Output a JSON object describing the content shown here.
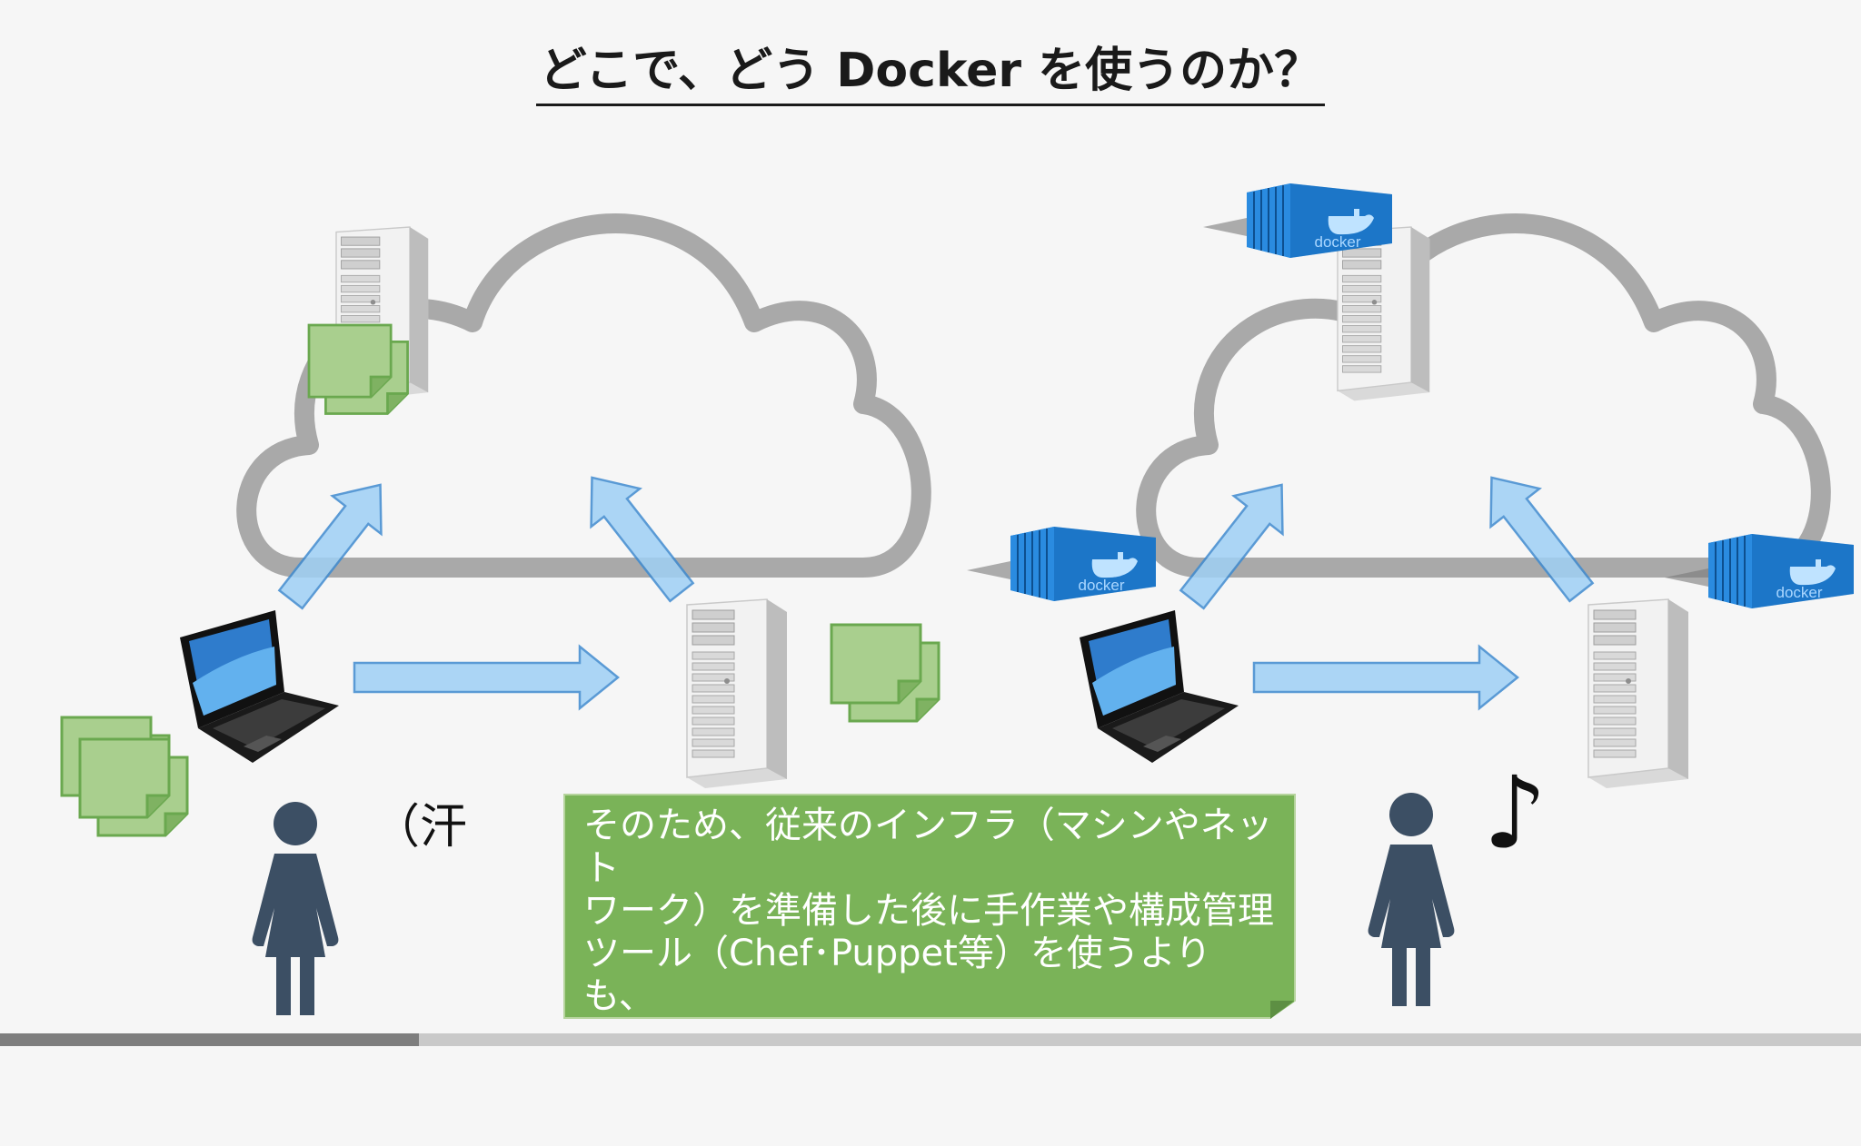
{
  "slide": {
    "title": "どこで、どう Docker を使うのか？",
    "callout_text": "そのため、従来のインフラ（マシンやネット\nワーク）を準備した後に手作業や構成管理\nツール（Chef･Puppet等）を使うよりも、\nコンテナなら動く環境が全て入っているから\n楽だよね、というアプローチです。",
    "reaction_left": "（汗",
    "reaction_right_icon": "music-note-icon",
    "progress_fraction": 0.225
  },
  "container_label": "docker",
  "colors": {
    "arrow_fill": "#9fd0f5",
    "arrow_stroke": "#3f8bd0",
    "cloud_stroke": "#a9a9a9",
    "file_fill": "#a9cf8e",
    "file_stroke": "#6aa84f",
    "container_blue": "#1f7fd4",
    "person": "#3c4f64",
    "callout_fill": "#7ab358"
  }
}
